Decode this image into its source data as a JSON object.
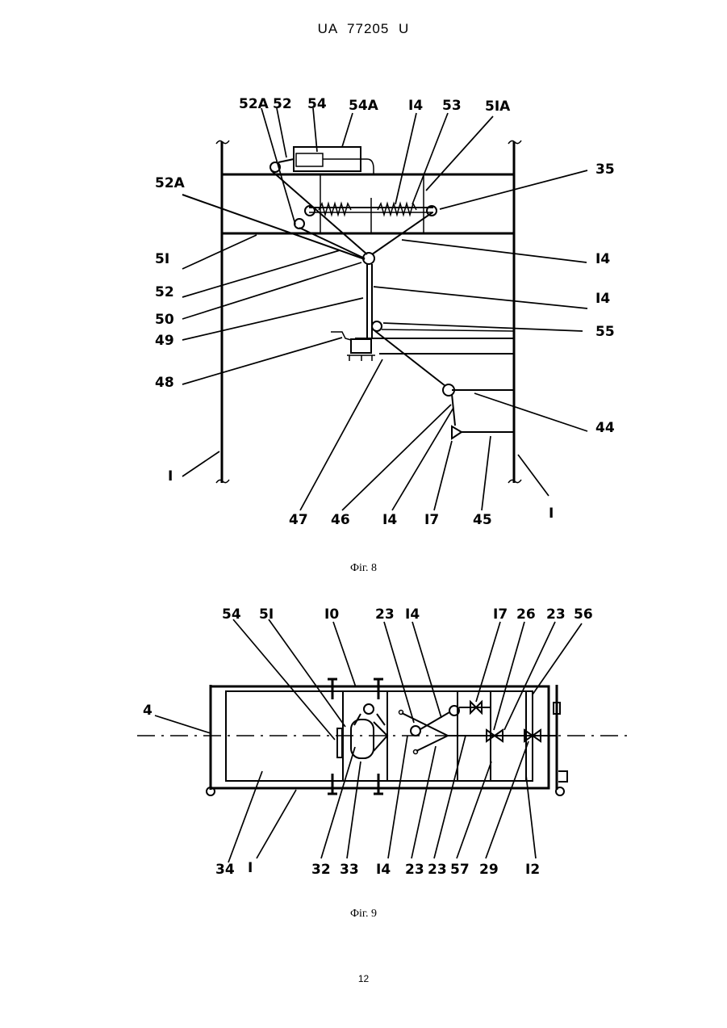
{
  "header": {
    "publication": "UA  77205  U"
  },
  "figure8": {
    "caption": "Фіг. 8",
    "labels": {
      "l52A_top": "52A",
      "l52_top": "52",
      "l54_top": "54",
      "l54A_top": "54A",
      "l14_top": "I4",
      "l53_top": "53",
      "l51A_top": "5IA",
      "l52A_left": "52A",
      "l51_left": "5I",
      "l52_left": "52",
      "l50_left": "50",
      "l49_left": "49",
      "l48_left": "48",
      "l1_left": "I",
      "l35_right": "35",
      "l14_right_a": "I4",
      "l14_right_b": "I4",
      "l55_right": "55",
      "l44_right": "44",
      "l1_right": "I",
      "l47_bottom": "47",
      "l46_bottom": "46",
      "l14_bottom": "I4",
      "l17_bottom": "I7",
      "l45_bottom": "45"
    }
  },
  "figure9": {
    "caption": "Фіг. 9",
    "labels": {
      "l54_top": "54",
      "l51_top": "5I",
      "l10_top": "I0",
      "l23_top_a": "23",
      "l14_top": "I4",
      "l17_top": "I7",
      "l26_top": "26",
      "l23_top_b": "23",
      "l56_top": "56",
      "l4_left": "4",
      "l34_bottom": "34",
      "l1_bottom": "I",
      "l32_bottom": "32",
      "l33_bottom": "33",
      "l14_bottom": "I4",
      "l23_bottom_a": "23",
      "l23_bottom_b": "23",
      "l57_bottom": "57",
      "l29_bottom": "29",
      "l12_bottom": "I2"
    }
  },
  "page_number": "12"
}
